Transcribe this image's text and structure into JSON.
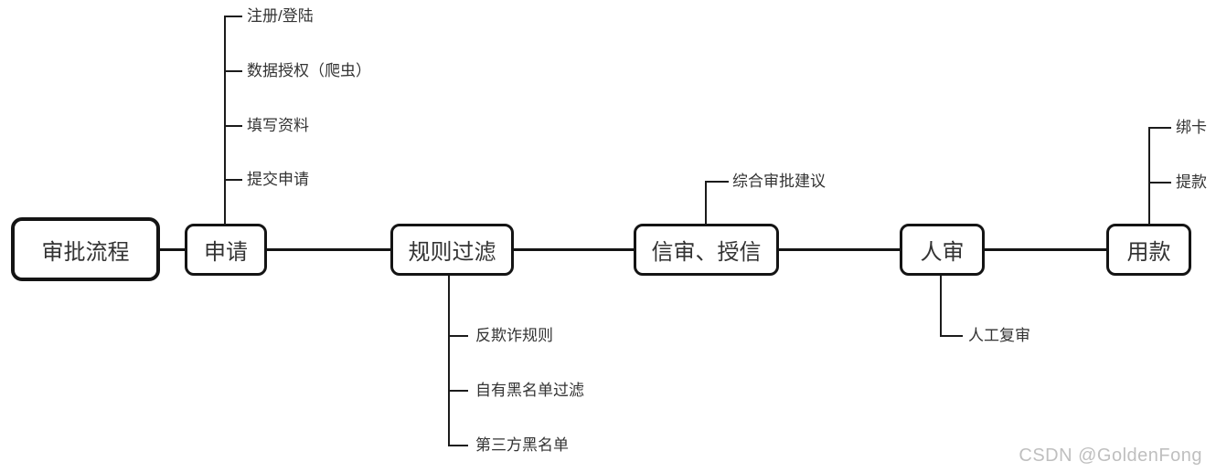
{
  "diagram": {
    "root": {
      "label": "审批流程"
    },
    "nodes": {
      "apply": {
        "label": "申请",
        "children": [
          "注册/登陆",
          "数据授权（爬虫）",
          "填写资料",
          "提交申请"
        ]
      },
      "rule_filter": {
        "label": "规则过滤",
        "children": [
          "反欺诈规则",
          "自有黑名单过滤",
          "第三方黑名单"
        ]
      },
      "credit": {
        "label": "信审、授信",
        "children": [
          "综合审批建议"
        ]
      },
      "manual": {
        "label": "人审",
        "children": [
          "人工复审"
        ]
      },
      "loan": {
        "label": "用款",
        "children": [
          "绑卡",
          "提款"
        ]
      }
    }
  },
  "watermark": "CSDN @GoldenFong",
  "colors": {
    "line": "#141414",
    "text": "#333333",
    "watermark_text": "#bfbfbf",
    "background": "#ffffff"
  }
}
